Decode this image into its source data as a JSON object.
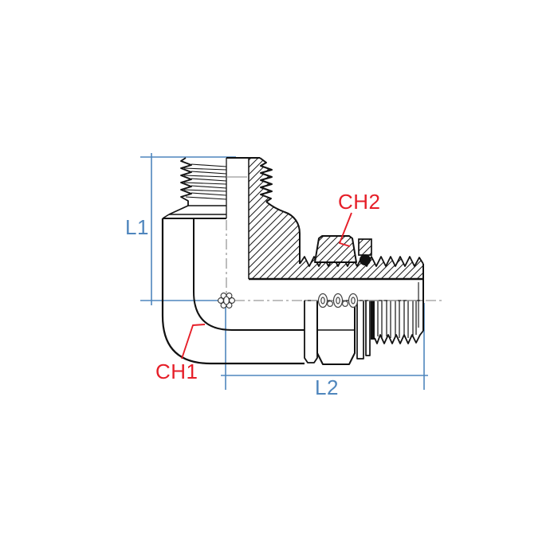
{
  "drawing": {
    "labels": {
      "l1": "L1",
      "l2": "L2",
      "ch1": "CH1",
      "ch2": "CH2"
    },
    "colors": {
      "line_black": "#111111",
      "dimension_blue": "#4f86bd",
      "label_red": "#e61e28",
      "centerline_gray": "#999999",
      "background": "#ffffff"
    }
  }
}
